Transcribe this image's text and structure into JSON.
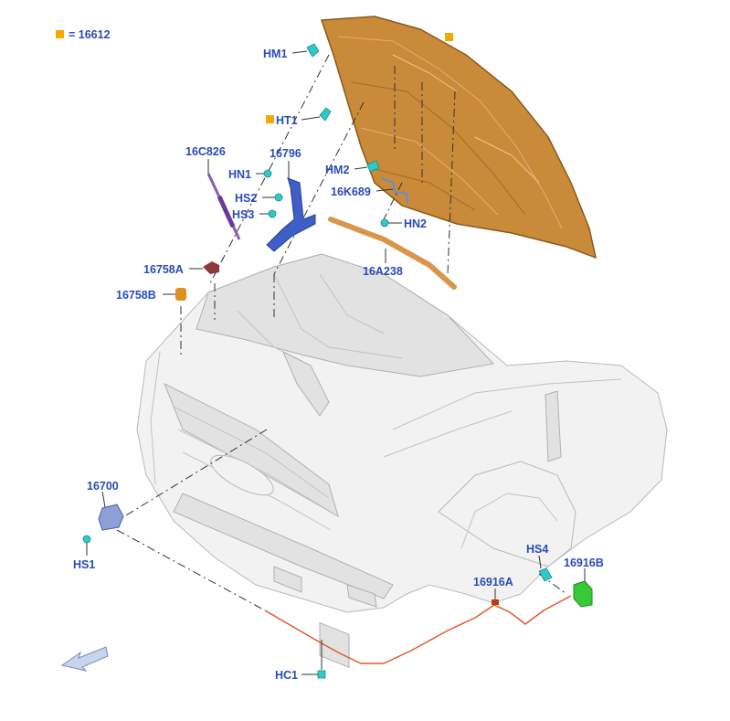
{
  "legend": {
    "text": "= 16612",
    "marker_color": "#f5a800"
  },
  "colors": {
    "label": "#2a4bb8",
    "hood": "#c98a3a",
    "hinge": "#3f5fc8",
    "strut": "#8a5ab8",
    "seal": "#d9964a",
    "cable": "#e05a2a",
    "clip": "#30c8c8",
    "latch": "#38c838",
    "bumper": "#8a3a3a",
    "bumper_b": "#e0901e"
  },
  "labels": {
    "hm1": "HM1",
    "ht1": "HT1",
    "c16c826": "16C826",
    "c16796": "16796",
    "hn1": "HN1",
    "hs2": "HS2",
    "hs3": "HS3",
    "hm2": "HM2",
    "c16k689": "16K689",
    "hn2": "HN2",
    "c16a238": "16A238",
    "c16758a": "16758A",
    "c16758b": "16758B",
    "c16700": "16700",
    "hs1": "HS1",
    "hs4": "HS4",
    "c16916b": "16916B",
    "c16916a": "16916A",
    "hc1": "HC1"
  },
  "icons": {
    "direction": "front-direction-arrow-icon"
  }
}
